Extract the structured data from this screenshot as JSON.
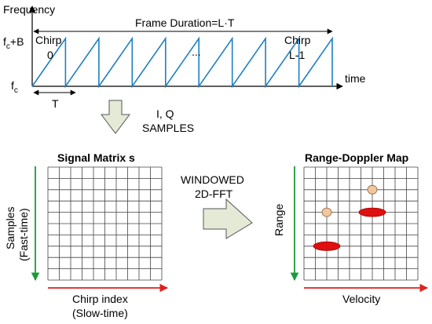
{
  "colors": {
    "chirp_wave": "#1f7fc0",
    "samples_arrow": "#1a9a3a",
    "chirp_index_arrow": "#e02020",
    "range_arrow": "#1a9a3a",
    "velocity_arrow": "#e02020",
    "target_peach": "#f2c7a0",
    "target_red": "#e01010",
    "block_arrow_fill": "#e4ead6",
    "grid_line": "#444444"
  },
  "chirp_plot": {
    "y_axis_label": "Frequency",
    "x_axis_label": "time",
    "frame_duration_label": "Frame Duration=L·T",
    "fc_plus_b_label": "fc+B",
    "fc_label": "fc",
    "period_label": "T",
    "chirp_first": [
      "Chirp",
      "0"
    ],
    "chirp_last": [
      "Chirp",
      "L-1"
    ],
    "ellipsis": "...",
    "chirp_count_drawn": 9
  },
  "iq_arrow": {
    "label_line1": "I, Q",
    "label_line2": "SAMPLES"
  },
  "signal_matrix": {
    "title": "Signal Matrix s",
    "rows": 10,
    "cols": 10,
    "vertical_axis_line1": "Samples",
    "vertical_axis_line2": "(Fast-time)",
    "horizontal_axis_line1": "Chirp index",
    "horizontal_axis_line2": "(Slow-time)"
  },
  "fft_arrow": {
    "label_line1": "WINDOWED",
    "label_line2": "2D-FFT"
  },
  "range_doppler": {
    "title": "Range-Doppler Map",
    "rows": 10,
    "cols": 10,
    "vertical_axis_label": "Range",
    "horizontal_axis_label": "Velocity",
    "targets": [
      {
        "shape": "circle",
        "color": "peach",
        "col": 6,
        "row": 2
      },
      {
        "shape": "circle",
        "color": "peach",
        "col": 2,
        "row": 4
      },
      {
        "shape": "ellipse",
        "color": "red",
        "col": 6,
        "row": 4
      },
      {
        "shape": "ellipse",
        "color": "red",
        "col": 2,
        "row": 7
      }
    ]
  }
}
